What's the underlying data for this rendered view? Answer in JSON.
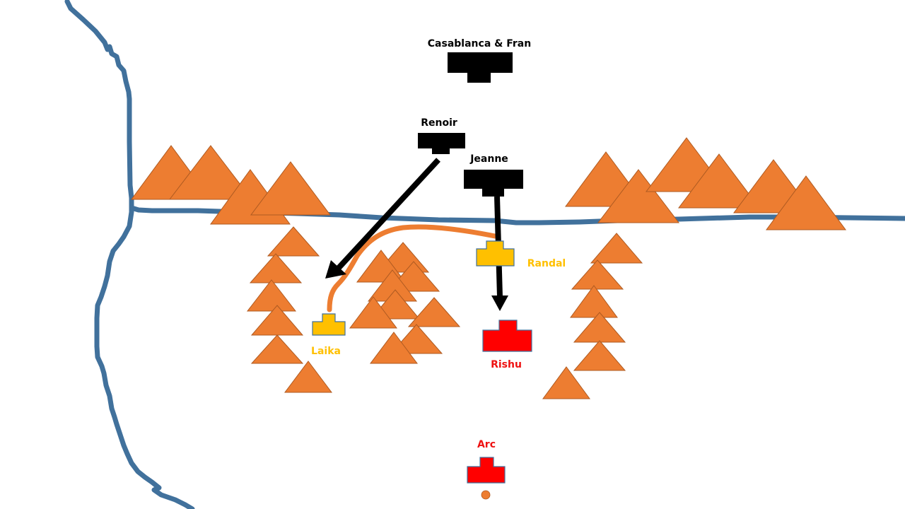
{
  "colors": {
    "river": "#41719C",
    "mountain_fill": "#ED7D31",
    "mountain_stroke": "#AE5A21",
    "enemy": "#000000",
    "ally_yellow": "#FFC000",
    "ally_red": "#FF0000",
    "unit_border": "#41719C",
    "route": "#ED7D31",
    "arrow": "#000000"
  },
  "units": [
    {
      "id": "casablanca-fran",
      "label": "Casablanca & Fran",
      "side": "enemy",
      "color_key": "enemy"
    },
    {
      "id": "renoir",
      "label": "Renoir",
      "side": "enemy",
      "color_key": "enemy"
    },
    {
      "id": "jeanne",
      "label": "Jeanne",
      "side": "enemy",
      "color_key": "enemy"
    },
    {
      "id": "randal",
      "label": "Randal",
      "side": "ally",
      "color_key": "ally_yellow"
    },
    {
      "id": "laika",
      "label": "Laika",
      "side": "ally",
      "color_key": "ally_yellow"
    },
    {
      "id": "rishu",
      "label": "Rishu",
      "side": "ally",
      "color_key": "ally_red"
    },
    {
      "id": "arc",
      "label": "Arc",
      "side": "ally",
      "color_key": "ally_red"
    }
  ],
  "movements": [
    {
      "from": "renoir",
      "to": "laika",
      "type": "attack-arrow"
    },
    {
      "from": "jeanne",
      "to": "rishu",
      "type": "attack-arrow"
    },
    {
      "from": "randal",
      "to": "laika",
      "type": "route"
    }
  ],
  "features": {
    "rivers": 2,
    "mountain_groups": [
      "north-west ridge",
      "north-east ridge",
      "west column",
      "central cluster",
      "east column"
    ]
  },
  "markers": [
    {
      "id": "arc-marker",
      "shape": "circle",
      "color_key": "route"
    }
  ]
}
